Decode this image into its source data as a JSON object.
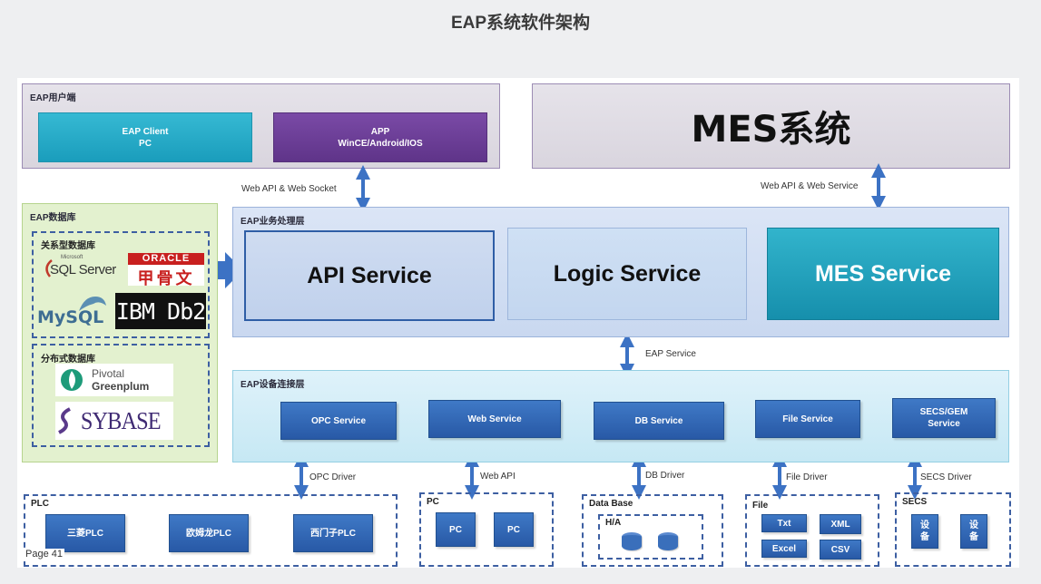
{
  "title": "EAP系统软件架构",
  "page_label": "Page 41",
  "client_layer": {
    "label": "EAP用户端",
    "eap_client": {
      "line1": "EAP Client",
      "line2": "PC"
    },
    "app": {
      "line1": "APP",
      "line2": "WinCE/Android/IOS"
    }
  },
  "mes_system": "MES系统",
  "links": {
    "web_api_socket": "Web API & Web Socket",
    "web_api_service": "Web API & Web Service",
    "eap_service": "EAP Service",
    "opc_driver": "OPC Driver",
    "web_api": "Web API",
    "db_driver": "DB Driver",
    "file_driver": "File Driver",
    "secs_driver": "SECS Driver"
  },
  "database": {
    "label": "EAP数据库",
    "relational": "关系型数据库",
    "distributed": "分布式数据库",
    "logos": {
      "sqlserver": "SQL Server",
      "sqlserver_small": "Microsoft",
      "oracle": "ORACLE",
      "oracle_cn": "甲骨文",
      "mysql": "MySQL",
      "db2": "IBM Db2",
      "pivotal_line1": "Pivotal",
      "pivotal_line2": "Greenplum",
      "sybase": "SYBASE"
    }
  },
  "business_layer": {
    "label": "EAP业务处理层",
    "api_service": "API Service",
    "logic_service": "Logic Service",
    "mes_service": "MES Service"
  },
  "device_layer": {
    "label": "EAP设备连接层",
    "services": [
      "OPC Service",
      "Web Service",
      "DB Service",
      "File Service",
      "SECS/GEM Service"
    ]
  },
  "equipment": {
    "plc": {
      "label": "PLC",
      "items": [
        "三菱PLC",
        "欧姆龙PLC",
        "西门子PLC"
      ]
    },
    "pc": {
      "label": "PC",
      "items": [
        "PC",
        "PC"
      ]
    },
    "database": {
      "label": "Data Base",
      "sub": "H/A"
    },
    "file": {
      "label": "File",
      "items": [
        "Txt",
        "XML",
        "Excel",
        "CSV"
      ]
    },
    "secs": {
      "label": "SECS",
      "items": [
        "设备",
        "设备"
      ]
    }
  },
  "colors": {
    "teal": "#1a9dbc",
    "purple": "#5f3489",
    "blue": "#2859a6",
    "arrow": "#3c72c4",
    "mes_service": "#1ea4bd"
  }
}
